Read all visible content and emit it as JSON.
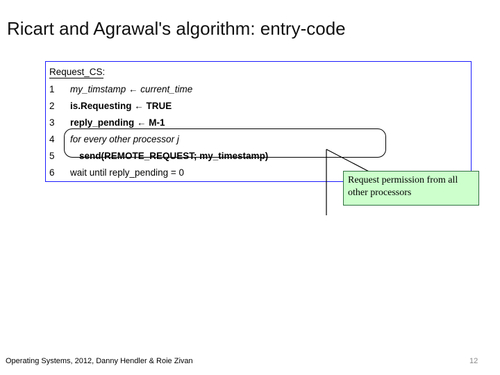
{
  "slide": {
    "title": "Ricart and Agrawal's algorithm: entry-code",
    "footer": "Operating Systems, 2012, Danny Hendler & Roie Zivan",
    "page_number": "12"
  },
  "code_block": {
    "header": "Request_CS:",
    "lines": [
      {
        "num": "1",
        "text": "my_timstamp ← current_time"
      },
      {
        "num": "2",
        "text": "is.Requesting ← TRUE"
      },
      {
        "num": "3",
        "text": "reply_pending ← M-1"
      },
      {
        "num": "4",
        "text": "for every other processor j"
      },
      {
        "num": "5",
        "text": "send(REMOTE_REQUEST; my_timestamp)"
      },
      {
        "num": "6",
        "text": "wait until reply_pending = 0"
      }
    ]
  },
  "callout": {
    "text": "Request permission from all other processors",
    "fill_color": "#ccffcc",
    "border_color": "#2f6f3f"
  },
  "colors": {
    "code_border": "#1a1aff",
    "text": "#000000",
    "page_number": "#888888"
  }
}
